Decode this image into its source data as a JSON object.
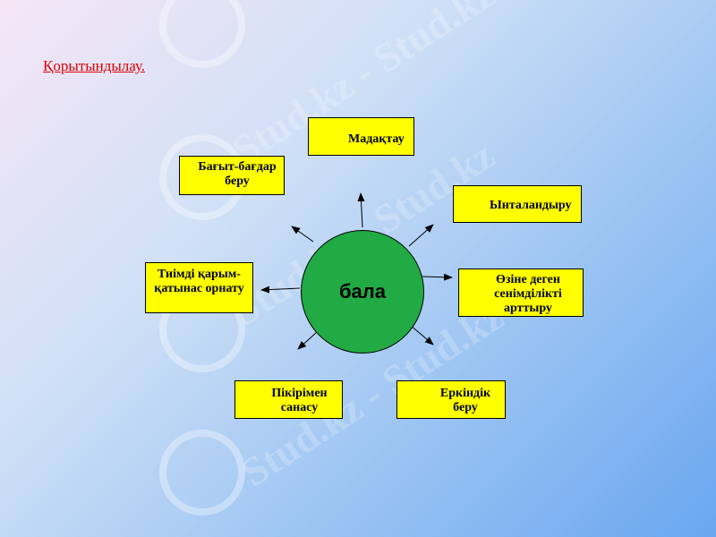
{
  "title": "Қорытындылау.",
  "center": "бала",
  "nodes": {
    "madaktau": "Мадақтау",
    "bagyt": "Бағыт-бағдар беру",
    "yntalandyru": "Ынталандыру",
    "ozine": "Өзіне деген сенімділікті арттыру",
    "tiimdi": "Тиімді қарым-қатынас орнату",
    "pikirimen": "Пікірімен санасу",
    "erkindik": "Еркіндік беру"
  },
  "watermark": "Stud.kz - Stud.kz"
}
